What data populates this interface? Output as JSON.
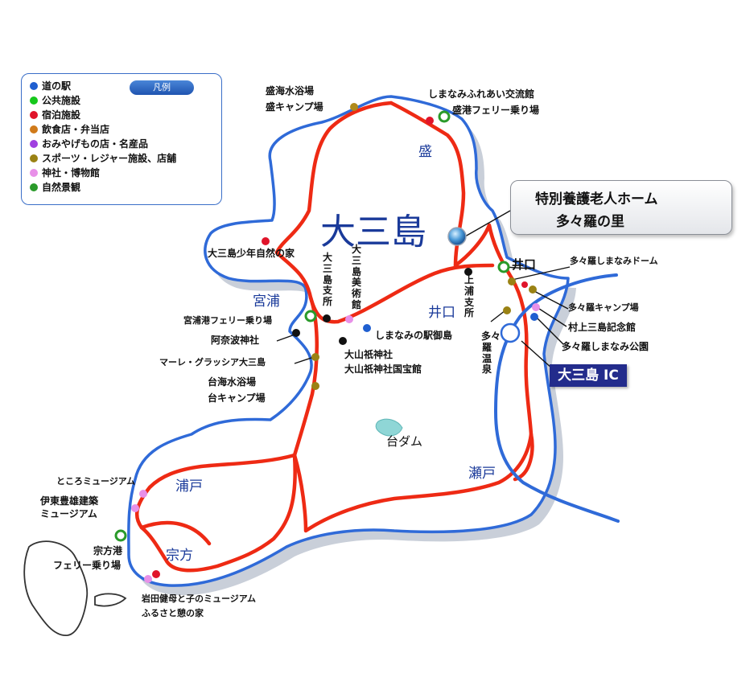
{
  "island_title": "大三島",
  "legend": {
    "title": "凡例",
    "items": [
      {
        "label": "道の駅",
        "color": "#1f5fd0"
      },
      {
        "label": "公共施設",
        "color": "#16c81c"
      },
      {
        "label": "宿泊施設",
        "color": "#e0142a"
      },
      {
        "label": "飲食店・弁当店",
        "color": "#d07a1a"
      },
      {
        "label": "おみやげもの店・名産品",
        "color": "#a040e0"
      },
      {
        "label": "スポーツ・レジャー施設、店舗",
        "color": "#9a8214"
      },
      {
        "label": "神社・博物館",
        "color": "#e890e8"
      },
      {
        "label": "自然景観",
        "color": "#2a9a2a"
      }
    ]
  },
  "callout": {
    "line1": "特別養護老人ホーム",
    "line2": "多々羅の里"
  },
  "ic_label": "大三島 IC",
  "area_names": {
    "sakari": "盛",
    "miyaura": "宮浦",
    "inokuchi": "井口",
    "inokuchi_port": "井口",
    "seto": "瀬戸",
    "urado": "浦戸",
    "munakata": "宗方",
    "dam": "台ダム"
  },
  "places": {
    "sakari_beach": "盛海水浴場",
    "sakari_camp": "盛キャンプ場",
    "shimanami_center": "しまなみふれあい交流館",
    "sakari_ferry": "盛港フェリー乗り場",
    "youth_house": "大三島少年自然の家",
    "omishima_branch": "大三島支所",
    "museum": "大三島美術館",
    "kamiura_branch": "上浦支所",
    "tatara_dome": "多々羅しまなみドーム",
    "tatara_camp": "多々羅キャンプ場",
    "murakami": "村上三島記念館",
    "tatara_park": "多々羅しまなみ公園",
    "tatara_onsen": "多々羅温泉",
    "miyaura_ferry": "宮浦港フェリー乗り場",
    "anami": "阿奈波神社",
    "mare": "マーレ・グラッシア大三島",
    "michinoeki": "しまなみの駅御島",
    "oyamazumi": "大山祇神社",
    "kokuhokan": "大山祇神社国宝館",
    "dai_beach": "台海水浴場",
    "dai_camp": "台キャンプ場",
    "tokoro": "ところミュージアム",
    "ito1": "伊東豊雄建築",
    "ito2": "ミュージアム",
    "munakata_port": "宗方港",
    "munakata_ferry": "フェリー乗り場",
    "iwata": "岩田健母と子のミュージアム",
    "furusato": "ふるさと憩の家"
  }
}
